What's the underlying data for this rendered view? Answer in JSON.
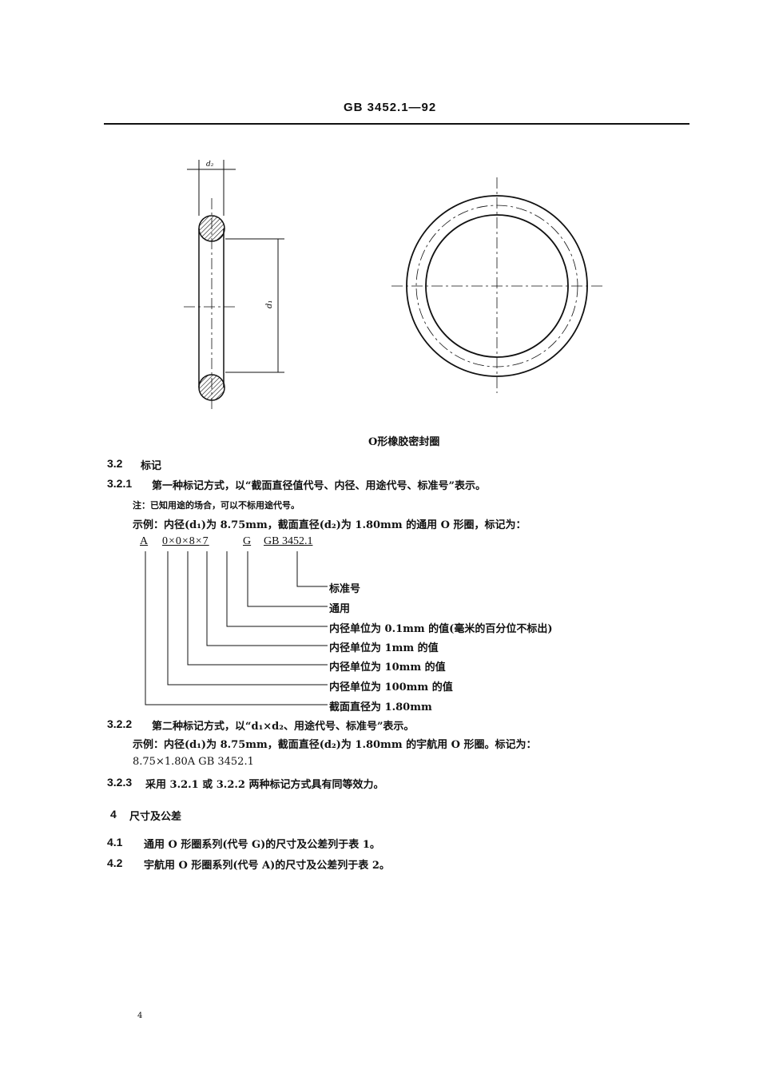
{
  "header": {
    "standard_code": "GB 3452.1—92"
  },
  "figure": {
    "caption": "O形橡胶密封圈",
    "labels": {
      "d2": "d₂",
      "d1": "d₁"
    }
  },
  "sections": {
    "s3_2": {
      "num": "3.2",
      "title": "标记"
    },
    "s3_2_1": {
      "num": "3.2.1",
      "text": "第一种标记方式，以“截面直径值代号、内径、用途代号、标准号”表示。",
      "note": "注：已知用途的场合，可以不标用途代号。",
      "example": "示例：内径(d₁)为 8.75mm，截面直径(d₂)为 1.80mm 的通用 O 形圈，标记为：",
      "marking": {
        "parts": [
          "A",
          "0×0×8×7",
          "G",
          "GB 3452.1"
        ],
        "legend": [
          "标准号",
          "通用",
          "内径单位为 0.1mm 的值(毫米的百分位不标出)",
          "内径单位为 1mm 的值",
          "内径单位为 10mm 的值",
          "内径单位为 100mm 的值",
          "截面直径为 1.80mm"
        ]
      }
    },
    "s3_2_2": {
      "num": "3.2.2",
      "text": "第二种标记方式，以“d₁×d₂、用途代号、标准号”表示。",
      "example": "示例：内径(d₁)为 8.75mm，截面直径(d₂)为 1.80mm 的宇航用 O 形圈。标记为：",
      "marking": "8.75×1.80A  GB 3452.1"
    },
    "s3_2_3": {
      "num": "3.2.3",
      "text": "采用 3.2.1 或 3.2.2 两种标记方式具有同等效力。"
    },
    "s4": {
      "num": "4",
      "title": "尺寸及公差"
    },
    "s4_1": {
      "num": "4.1",
      "text": "通用 O 形圈系列(代号 G)的尺寸及公差列于表 1。"
    },
    "s4_2": {
      "num": "4.2",
      "text": "宇航用 O 形圈系列(代号 A)的尺寸及公差列于表 2。"
    }
  },
  "footer": {
    "page_number": "4"
  }
}
